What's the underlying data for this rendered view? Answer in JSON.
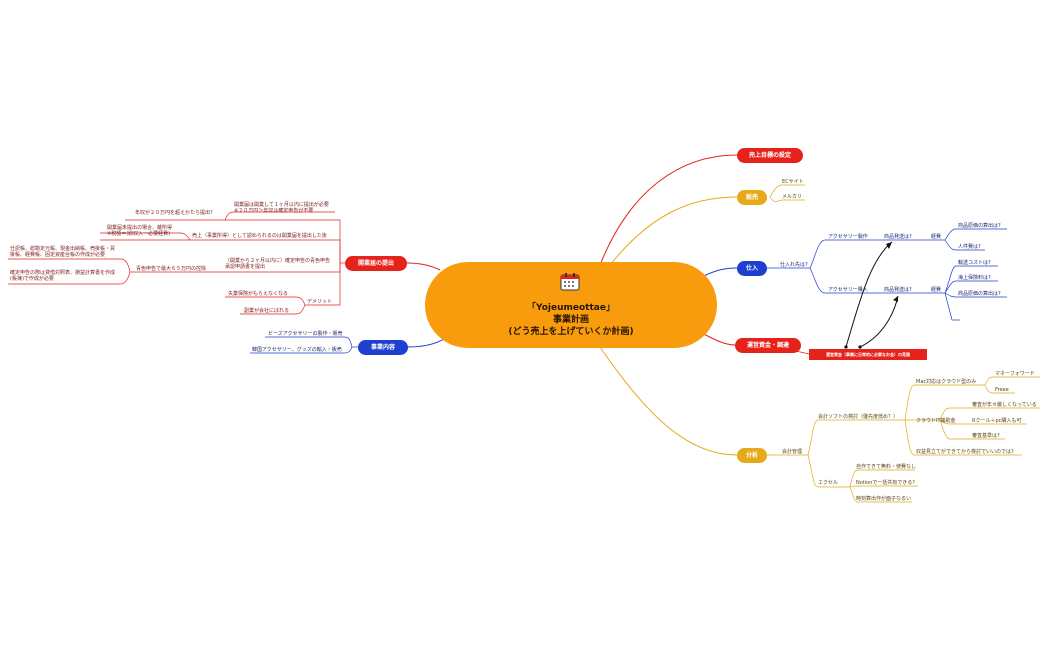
{
  "central": {
    "title": "「Yojeumeottae」",
    "subtitle": "事業計画",
    "caption": "(どう売上を上げていくか計画)",
    "icon": "calendar-icon",
    "color": "#f89c0e"
  },
  "branches": {
    "sales_target": {
      "label": "売上目標の設定"
    },
    "sales": {
      "label": "販売",
      "ec": "ECサイト",
      "mercari": "メルカリ"
    },
    "procurement": {
      "label": "仕入",
      "question": "仕入れ先は?",
      "make": "アクセサリー製作",
      "buy": "アクセサリー購入",
      "supplier_1": "商品発送は?",
      "supplier_2": "商品発送は?",
      "cost_1": "経費",
      "cost_2": "経費",
      "item_a": "商品原価の算出は?",
      "item_b": "人件費は?",
      "item_c": "輸送コストは?",
      "item_d": "海上保険料は?",
      "item_e": "商品原価の算出は?"
    },
    "funding": {
      "label": "運営資金・調達",
      "callout": "運営資金（事業に日常的に必要なお金）の見積"
    },
    "analysis": {
      "label": "分析",
      "accounting": "会計管理",
      "software": "会計ソフトの検討（優先度低め？）",
      "mac_cloud": "Mac対応はクラウド型のみ",
      "moneyforward": "マネーフォワード",
      "freee": "Freee",
      "cloud_subsidy": "クラウドIT補助金",
      "subsidy_1": "審査が年々厳しくなっている",
      "subsidy_2": "Rクール＋pc購入も可",
      "subsidy_3": "審査基準は?",
      "self_check": "収益見立てができてから検討でいいのでは?",
      "excel": "エクセル",
      "excel_1": "自作できて無料・使費なし",
      "excel_2": "Notionで一括共有できる?",
      "excel_3": "時刻算出作が面子なるい"
    },
    "filing": {
      "label": "開業届の提出",
      "q_income": "年収が２０万円を超えかたら提出?",
      "n_deadline": "開業届は開業して１ヶ月以内に提出が必要\n※２０万円＞年収は確定申告が不要",
      "n_family": "開業届未提出の場合、雑所得\n※税額＝(総収入ー必要経費)",
      "n_income": "売上（事業所得）として認められるのは開業届を提出した後",
      "n_period": "（開業から２ヶ月以内に）確定申告の青色申告\n承認申請書を提出",
      "n_blue": "青色申告で最大６５万円の控除",
      "n_docs": "仕訳帳、総勘定元帳、現金出納帳、売掛帳・買\n掛帳、経費帳、固定資産台帳の作成が必要",
      "n_balance": "確定申告の際は貸借対照表、損益計算書を作成\n(帳簿)で作成が必要",
      "merit": "デメリット",
      "d_1": "失業保険がもらえなくなる",
      "d_2": "副業が会社にばれる"
    },
    "business": {
      "label": "事業内容",
      "b_1": "ビーズアクセサリーの製作・販売",
      "b_2": "韓国アクセサリー、グッズの輸入・販売"
    }
  },
  "colors": {
    "red": "#e5231b",
    "gold": "#e6a91a",
    "blue": "#1f3fd0",
    "central": "#f89c0e"
  }
}
